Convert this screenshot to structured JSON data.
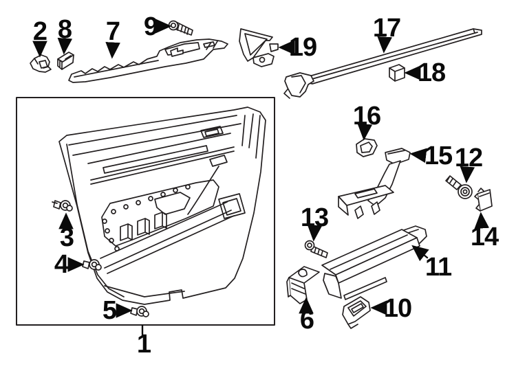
{
  "diagram": {
    "kind": "exploded-parts-diagram",
    "subject": "front-door-interior-trim",
    "background_color": "#ffffff",
    "line_color": "#231f20",
    "label_color": "#0a0a0a"
  },
  "callouts": [
    {
      "number": "1"
    },
    {
      "number": "2"
    },
    {
      "number": "3"
    },
    {
      "number": "4"
    },
    {
      "number": "5"
    },
    {
      "number": "6"
    },
    {
      "number": "7"
    },
    {
      "number": "8"
    },
    {
      "number": "9"
    },
    {
      "number": "10"
    },
    {
      "number": "11"
    },
    {
      "number": "12"
    },
    {
      "number": "13"
    },
    {
      "number": "14"
    },
    {
      "number": "15"
    },
    {
      "number": "16"
    },
    {
      "number": "17"
    },
    {
      "number": "18"
    },
    {
      "number": "19"
    }
  ]
}
